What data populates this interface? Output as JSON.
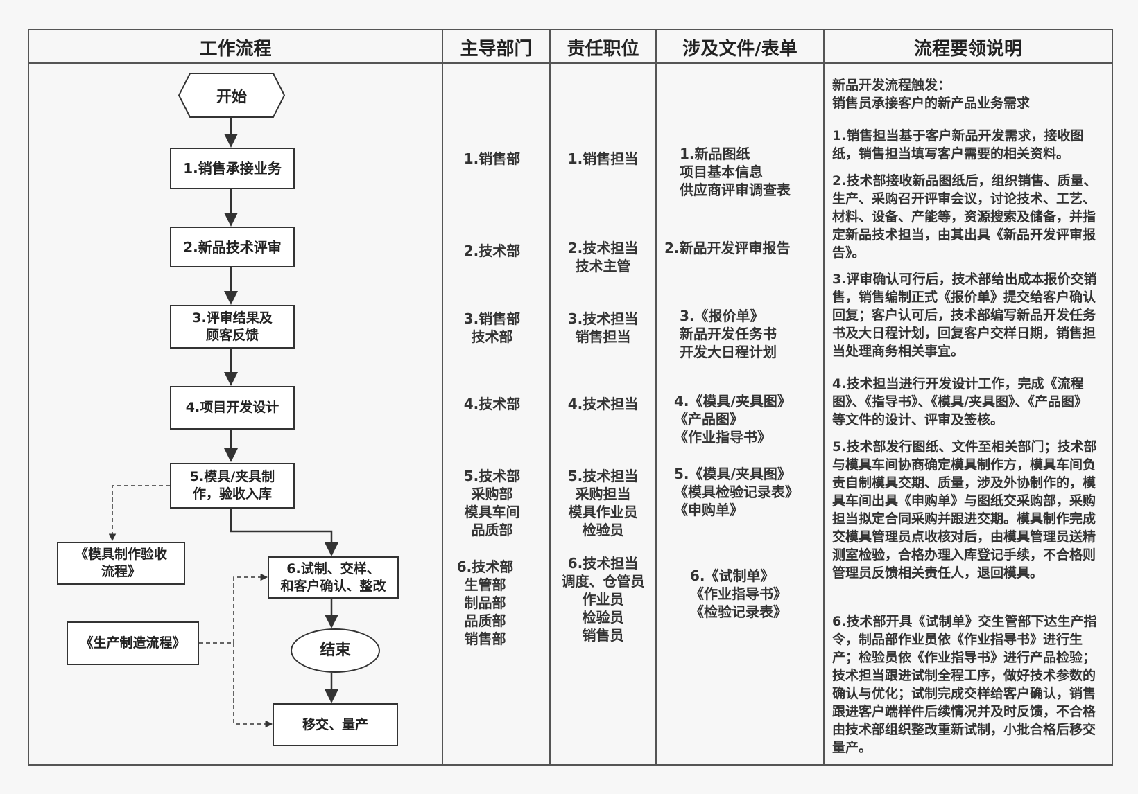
{
  "headers": {
    "workflow": "工作流程",
    "dept": "主导部门",
    "role": "责任职位",
    "docs": "涉及文件/表单",
    "notes": "流程要领说明"
  },
  "flow": {
    "start": "开始",
    "step1": "1.销售承接业务",
    "step2": "2.新品技术评审",
    "step3": "3.评审结果及\n顾客反馈",
    "step4": "4.项目开发设计",
    "step5": "5.模具/夹具制\n作，验收入库",
    "step6": "6.试制、交样、\n和客户确认、整改",
    "end": "结束",
    "handover": "移交、量产",
    "mold_ref": "《模具制作验收\n流程》",
    "production_ref": "《生产制造流程》"
  },
  "departments": [
    "1.销售部",
    "2.技术部",
    "3.销售部\n技术部",
    "4.技术部",
    "5.技术部\n采购部\n模具车间\n品质部",
    "6.技术部\n生管部\n制品部\n品质部\n销售部"
  ],
  "roles": [
    "1.销售担当",
    "2.技术担当\n技术主管",
    "3.技术担当\n销售担当",
    "4.技术担当",
    "5.技术担当\n采购担当\n模具作业员\n检验员",
    "6.技术担当\n调度、仓管员\n作业员\n检验员\n销售员"
  ],
  "documents": [
    "1.新品图纸\n项目基本信息\n供应商评审调查表",
    "2.新品开发评审报告",
    "3.《报价单》\n新品开发任务书\n开发大日程计划",
    "4.《模具/夹具图》\n《产品图》\n《作业指导书》",
    "5.《模具/夹具图》\n《模具检验记录表》\n《申购单》",
    "6.《试制单》\n《作业指导书》\n《检验记录表》"
  ],
  "notes": [
    "新品开发流程触发：\n销售员承接客户的新产品业务需求",
    "1.销售担当基于客户新品开发需求，接收图纸，销售担当填写客户需要的相关资料。",
    "2.技术部接收新品图纸后，组织销售、质量、生产、采购召开评审会议，讨论技术、工艺、材料、设备、产能等，资源搜索及储备，并指定新品技术担当，由其出具《新品开发评审报告》。",
    "3.评审确认可行后，技术部给出成本报价交销售，销售编制正式《报价单》提交给客户确认回复；客户认可后，技术部编写新品开发任务书及大日程计划，回复客户交样日期，销售担当处理商务相关事宜。",
    "4.技术担当进行开发设计工作，完成《流程图》、《指导书》、《模具/夹具图》、《产品图》等文件的设计、评审及签核。",
    "5.技术部发行图纸、文件至相关部门；技术部与模具车间协商确定模具制作方，模具车间负责自制模具交期、质量，涉及外协制作的，模具车间出具《申购单》与图纸交采购部，采购担当拟定合同采购并跟进交期。模具制作完成交模具管理员点收核对后，由模具管理员送精测室检验，合格办理入库登记手续，不合格则管理员反馈相关责任人，退回模具。",
    "6.技术部开具《试制单》交生管部下达生产指令，制品部作业员依《作业指导书》进行生产；检验员依《作业指导书》进行产品检验；技术担当跟进试制全程工序，做好技术参数的确认与优化；试制完成交样给客户确认，销售跟进客户端样件后续情况并及时反馈，不合格由技术部组织整改重新试制，小批合格后移交量产。"
  ]
}
